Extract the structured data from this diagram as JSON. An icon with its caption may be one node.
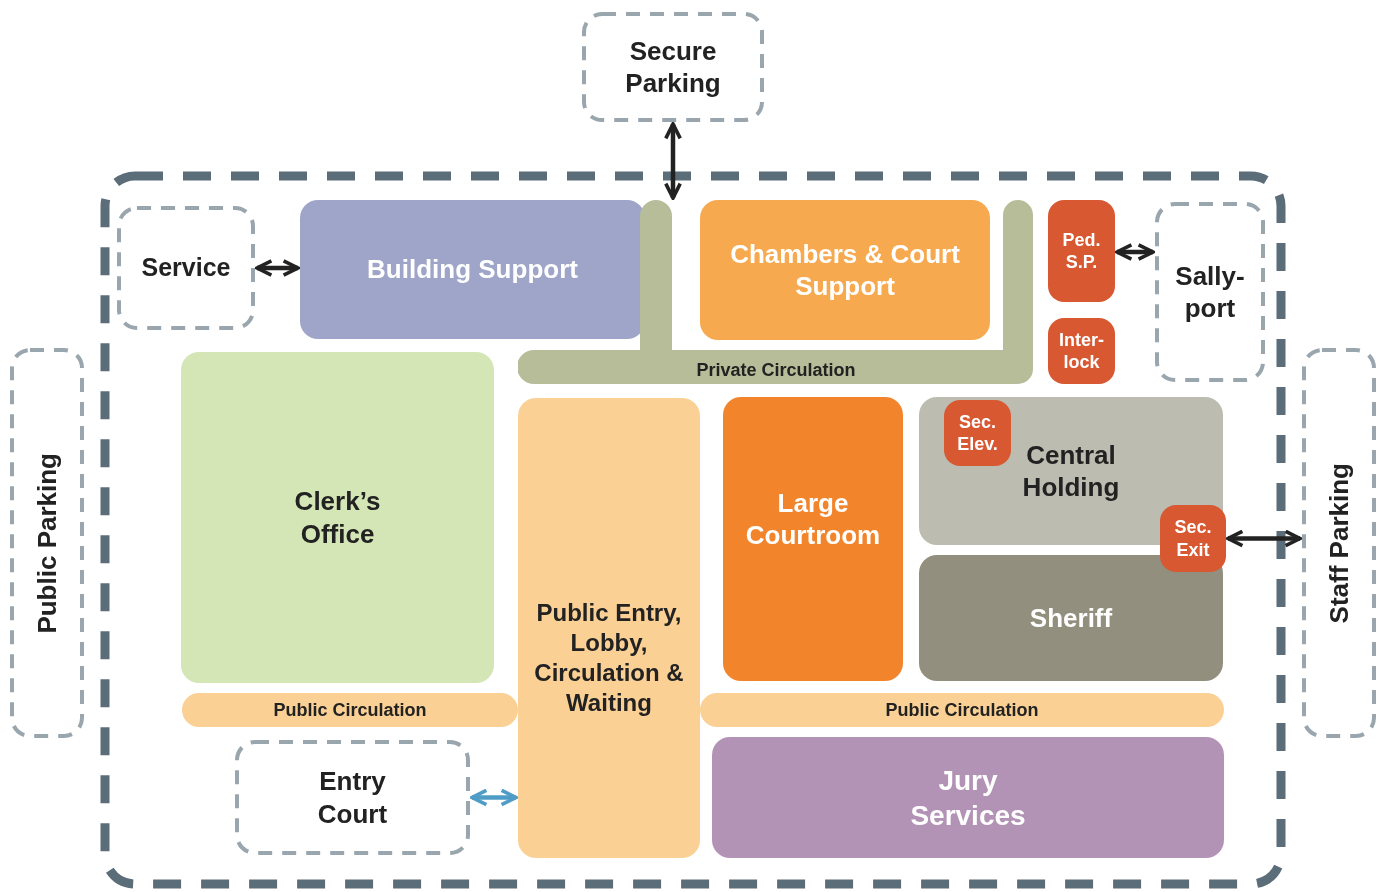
{
  "diagram": {
    "nodes": [
      {
        "text": [
          "Secure Parking"
        ]
      },
      {
        "text": [
          "Service"
        ]
      },
      {
        "text": [
          "Building Support"
        ]
      },
      {
        "text": [
          "Chambers & Court Support"
        ]
      },
      {
        "text": [
          "Ped. S.P."
        ]
      },
      {
        "text": [
          "Sally-port"
        ]
      },
      {
        "text": [
          "Inter-lock"
        ]
      },
      {
        "text": [
          "Private Circulation"
        ]
      },
      {
        "text": [
          "Public Parking"
        ]
      },
      {
        "text": [
          "Clerk’s Office"
        ]
      },
      {
        "text": [
          "Public Entry, Lobby, Circulation & Waiting"
        ]
      },
      {
        "text": [
          "Large Courtroom"
        ]
      },
      {
        "text": [
          "Central Holding"
        ]
      },
      {
        "text": [
          "Sec. Elev."
        ],
        "in": 12
      },
      {
        "text": [
          "Sec. Exit"
        ]
      },
      {
        "text": [
          "Staff Parking"
        ]
      },
      {
        "text": [
          "Sheriff"
        ]
      },
      {
        "text": [
          "Public Circulation"
        ]
      },
      {
        "text": [
          "Public Circulation"
        ]
      },
      {
        "text": [
          "Entry Court"
        ]
      },
      {
        "text": [
          "Jury Services"
        ]
      }
    ],
    "edges": [
      {
        "from": 0,
        "to": 7,
        "arrow": "both"
      },
      {
        "from": 1,
        "to": 2,
        "arrow": "both"
      },
      {
        "from": 4,
        "to": 5,
        "arrow": "both"
      },
      {
        "from": 14,
        "to": 15,
        "arrow": "both"
      },
      {
        "from": 19,
        "to": 10,
        "arrow": "both",
        "color": "#4f9cc6"
      }
    ]
  }
}
